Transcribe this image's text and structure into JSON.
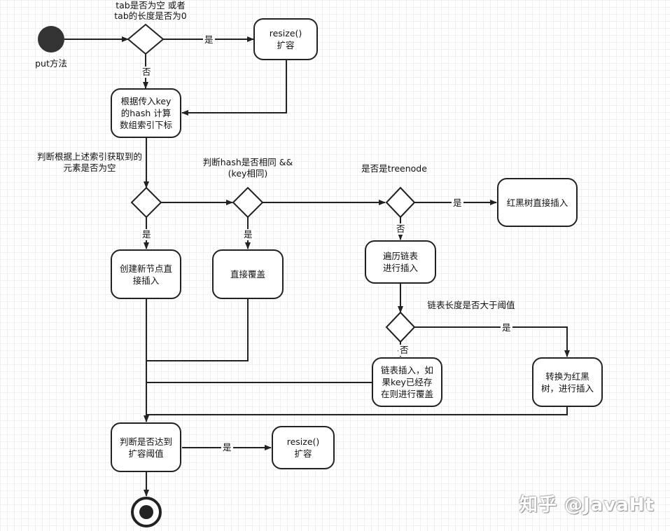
{
  "start_label": "put方法",
  "conditions": {
    "tab_empty": "tab是否为空 或者\ntab的长度是否为0",
    "index_empty": "判断根据上述索引获取到的\n元素是否为空",
    "hash_same": "判断hash是否相同 &&\n(key相同)",
    "is_treenode": "是否是treenode",
    "list_len": "链表长度是否大于阈值"
  },
  "nodes": {
    "resize_top": "resize()\n扩容",
    "compute_index": "根据传入key\n的hash 计算\n数组索引下标",
    "create_node": "创建新节点直\n接插入",
    "overwrite": "直接覆盖",
    "rbtree_insert": "红黑树直接插入",
    "traverse_list": "遍历链表\n进行插入",
    "list_insert": "链表插入，如\n果key已经存\n在则进行覆盖",
    "to_rbtree": "转换为红黑\n树，进行插入",
    "check_threshold": "判断是否达到\n扩容阈值",
    "resize_bottom": "resize()\n扩容"
  },
  "edge_labels": {
    "yes_tab": "是",
    "no_tab": "否",
    "yes_index": "是",
    "yes_hash": "是",
    "yes_tree": "是",
    "no_tree": "否",
    "yes_len": "是",
    "no_len": "否",
    "yes_threshold": "是"
  },
  "watermark": "知乎 @JavaHt"
}
